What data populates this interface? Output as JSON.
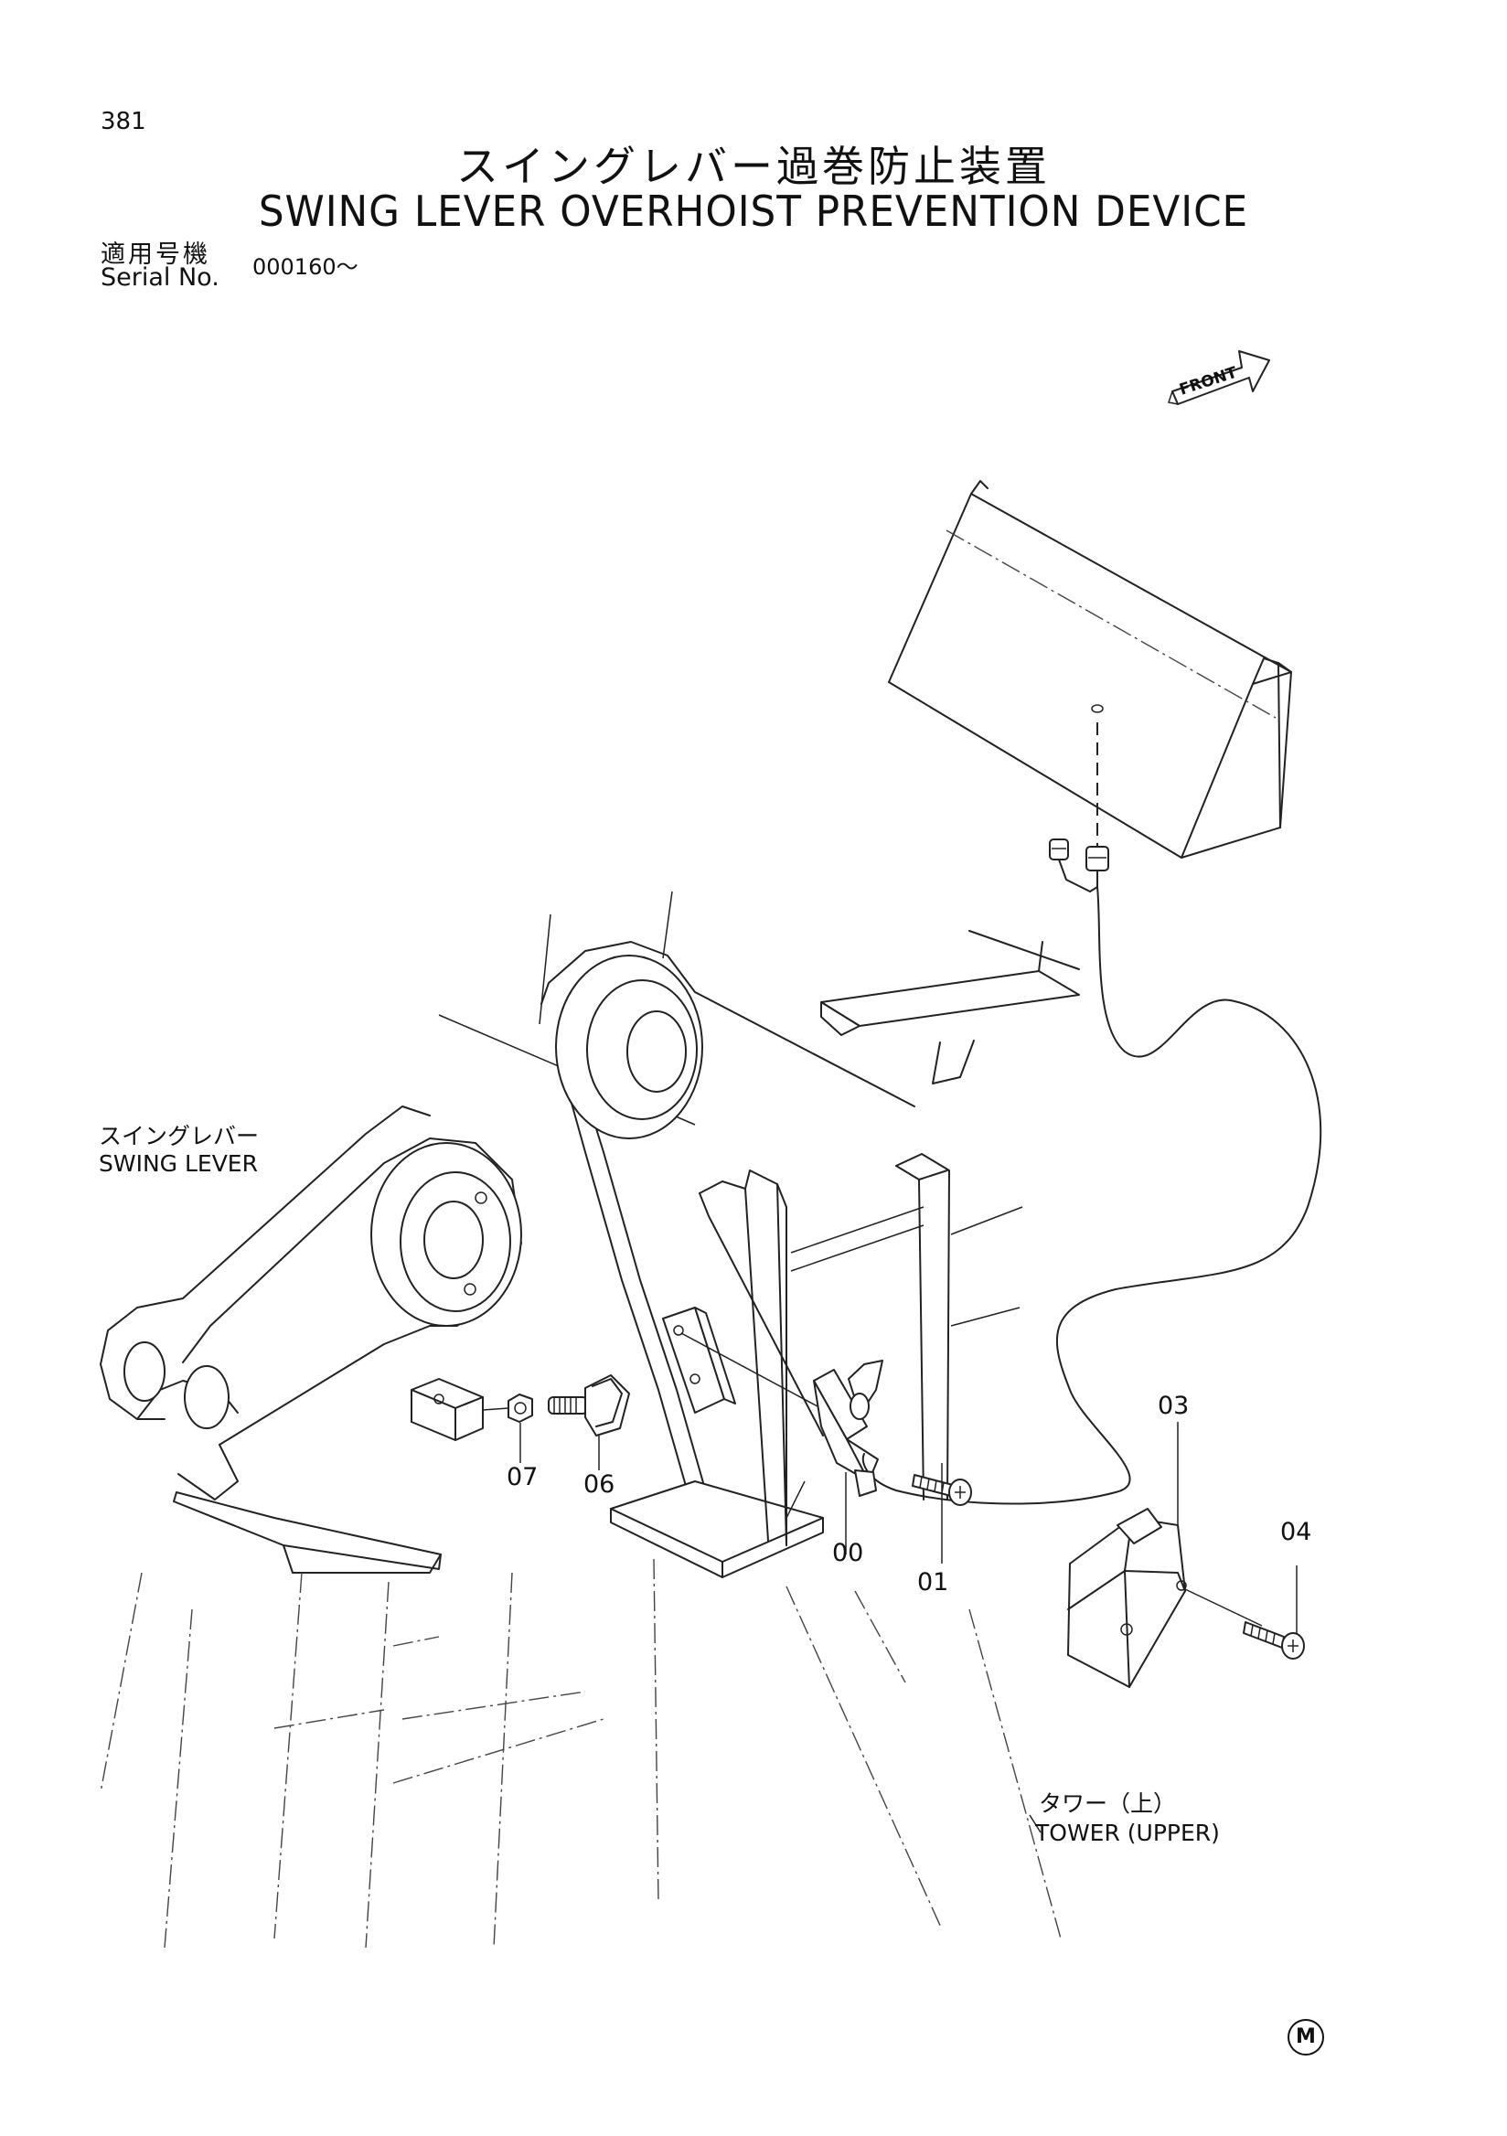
{
  "header": {
    "page_number": "381",
    "title_jp": "スイングレバー過巻防止装置",
    "title_en": "SWING LEVER OVERHOIST PREVENTION DEVICE",
    "serial_label_jp": "適用号機",
    "serial_label_en": "Serial No.",
    "serial_value": "000160～"
  },
  "front_indicator": {
    "text": "FRONT"
  },
  "labels": {
    "swing_lever_jp": "スイングレバー",
    "swing_lever_en": "SWING LEVER",
    "tower_jp": "タワー（上）",
    "tower_en": "TOWER (UPPER)"
  },
  "parts": [
    "00",
    "01",
    "03",
    "04",
    "06",
    "07"
  ],
  "footer_mark": "M"
}
